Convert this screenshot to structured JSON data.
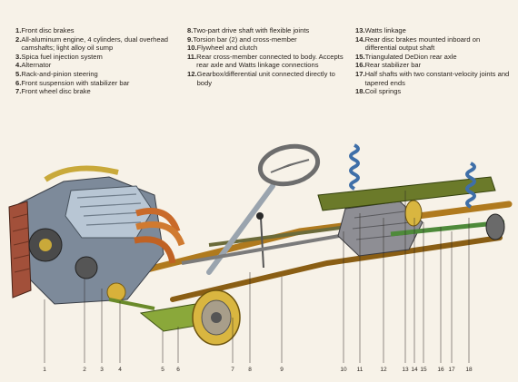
{
  "legend": {
    "col1": [
      {
        "num": "1.",
        "text": "Front disc brakes"
      },
      {
        "num": "2.",
        "text": "All-aluminum engine, 4 cylinders, dual overhead camshafts; light alloy oil sump"
      },
      {
        "num": "3.",
        "text": "Spica fuel injection system"
      },
      {
        "num": "4.",
        "text": "Alternator"
      },
      {
        "num": "5.",
        "text": "Rack-and-pinion steering"
      },
      {
        "num": "6.",
        "text": "Front suspension with stabilizer bar"
      },
      {
        "num": "7.",
        "text": "Front wheel disc brake"
      }
    ],
    "col2": [
      {
        "num": "8.",
        "text": "Two-part drive shaft with flexible joints"
      },
      {
        "num": "9.",
        "text": "Torsion bar (2) and cross-member"
      },
      {
        "num": "10.",
        "text": "Flywheel and clutch"
      },
      {
        "num": "11.",
        "text": "Rear cross-member connected to body. Accepts rear axle and Watts linkage connections"
      },
      {
        "num": "12.",
        "text": "Gearbox/differential unit connected directly to body"
      }
    ],
    "col3": [
      {
        "num": "13.",
        "text": "Watts linkage"
      },
      {
        "num": "14.",
        "text": "Rear disc brakes mounted inboard on differential output shaft"
      },
      {
        "num": "15.",
        "text": "Triangulated DeDion rear axle"
      },
      {
        "num": "16.",
        "text": "Rear stabilizer bar"
      },
      {
        "num": "17.",
        "text": "Half shafts with two constant-velocity joints and tapered ends"
      },
      {
        "num": "18.",
        "text": "Coil springs"
      }
    ]
  },
  "callouts": [
    "1",
    "2",
    "3",
    "4",
    "5",
    "6",
    "7",
    "8",
    "9",
    "10",
    "11",
    "12",
    "13",
    "14",
    "15",
    "16",
    "17",
    "18"
  ]
}
